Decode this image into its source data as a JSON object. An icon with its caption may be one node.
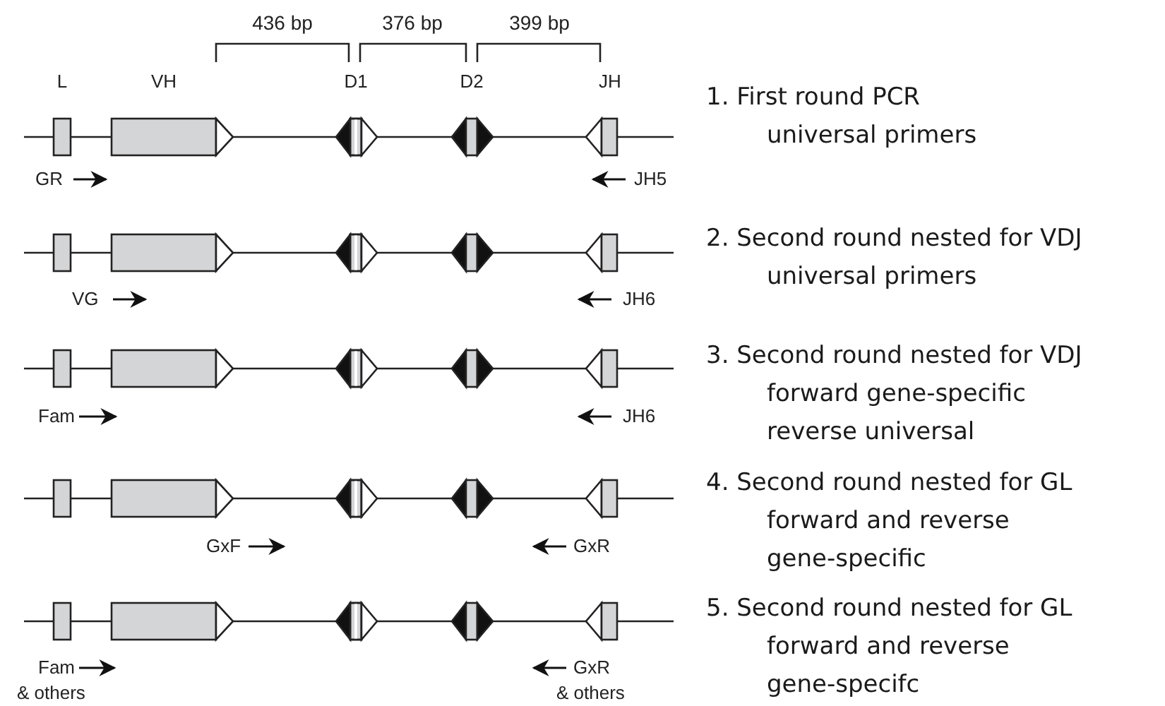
{
  "diagram": {
    "labels": [
      "436 bp",
      "376 bp",
      "399 bp",
      "L",
      "VH",
      "D1",
      "D2",
      "JH",
      "1. First round PCR universal primers",
      "GR",
      "JH5",
      "2. Second round nested for VDJ universal primers",
      "VG",
      "JH6",
      "3. Second round nested for VDJ forward gene-specific reverse universal",
      "Fam",
      "JH6",
      "4. Second round nested for GL forward and reverse gene-specific",
      "GxF",
      "GxR",
      "5. Second round nested for GL forward and reverse gene-specifc",
      "Fam",
      "GxR",
      "& others",
      "& others"
    ]
  }
}
